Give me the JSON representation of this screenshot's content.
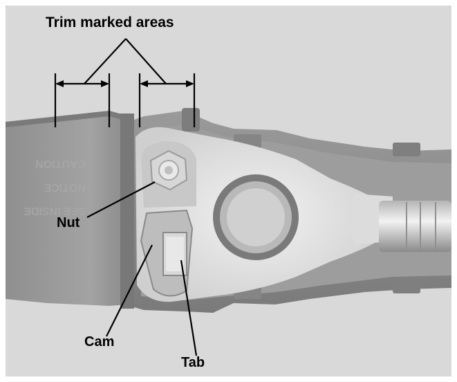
{
  "figure": {
    "title_label": "Trim marked areas",
    "callouts": {
      "nut": "Nut",
      "cam": "Cam",
      "tab": "Tab"
    },
    "cover_embossed_text": [
      "CAUTION",
      "NOTICE",
      "SEE INSIDE"
    ]
  },
  "colors": {
    "background": "#d9d9d9",
    "plastic": "#8e8e8e",
    "plastic_dark": "#6a6a6a",
    "metal": "#e6e6e6",
    "annotation": "#000000"
  }
}
